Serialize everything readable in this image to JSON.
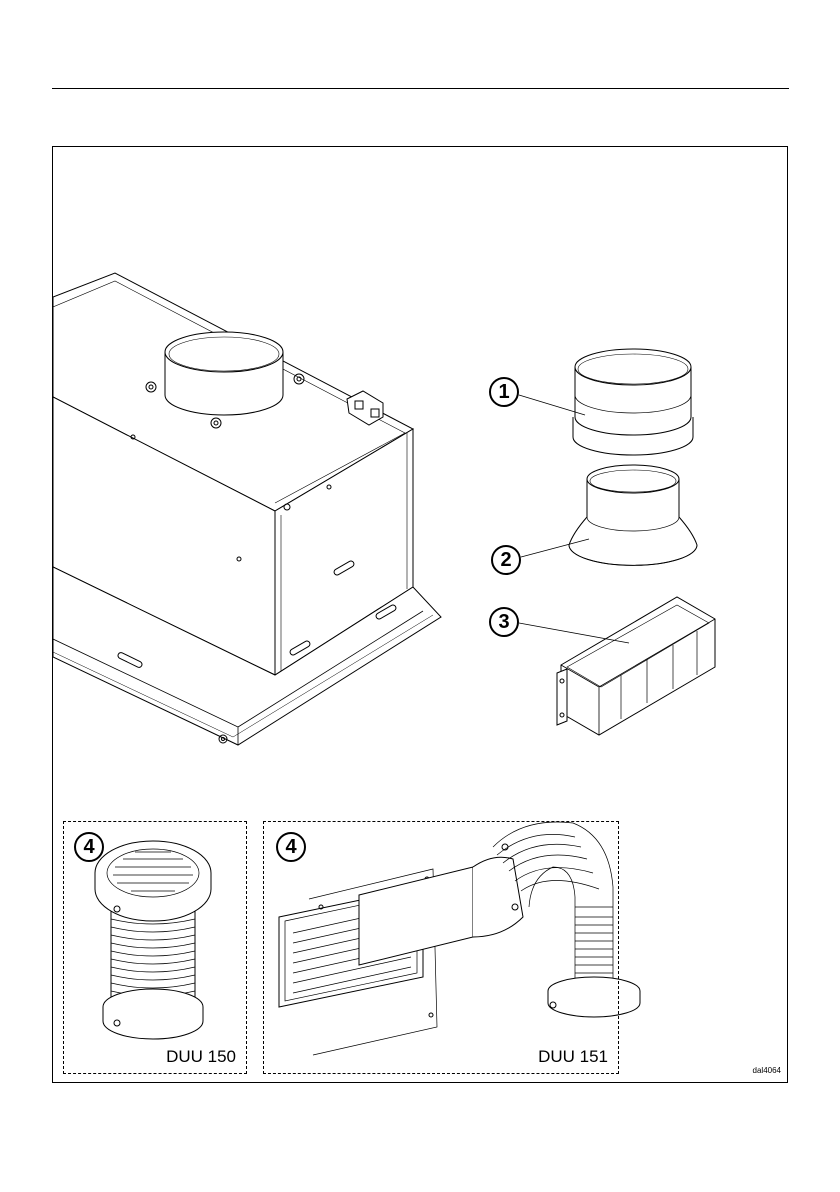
{
  "figure": {
    "callouts": [
      "1",
      "2",
      "3"
    ],
    "accessory_callout": "4",
    "kit_left": {
      "number": "4",
      "model": "DUU 150"
    },
    "kit_right": {
      "number": "4",
      "model": "DUU 151"
    },
    "figure_code": "dal4064"
  }
}
